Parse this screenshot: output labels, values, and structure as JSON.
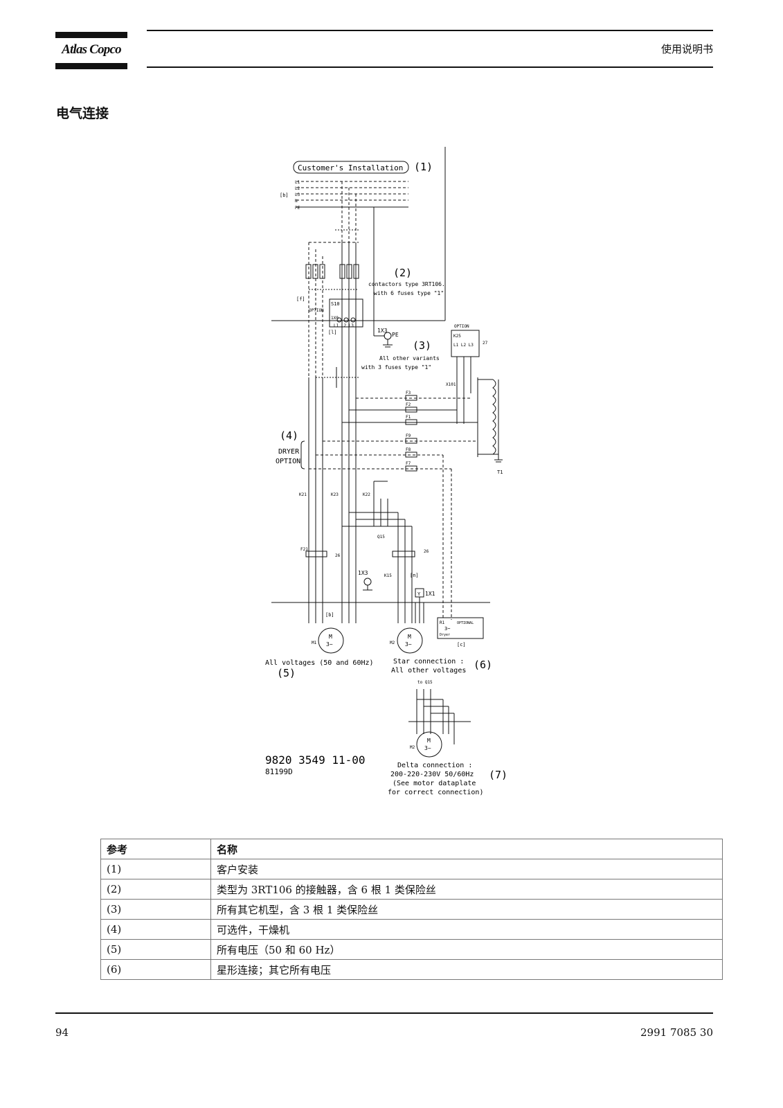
{
  "header": {
    "logo_text": "Atlas Copco",
    "doc_type": "使用说明书"
  },
  "section_title": "电气连接",
  "diagram": {
    "customer_box": "Customer's Installation",
    "callouts": [
      "(1)",
      "(2)",
      "(3)",
      "(4)",
      "(5)",
      "(6)",
      "(7)"
    ],
    "lines": [
      "L1",
      "L2",
      "L3",
      "N",
      "PE"
    ],
    "b_label": "[b]",
    "f_label": "[f]",
    "option_label": "OPTION",
    "contactors_text": [
      "contactors type 3RT106.",
      "with 6 fuses type \"1\""
    ],
    "variants_text": [
      "All other variants",
      "with 3 fuses type \"1\""
    ],
    "s10": "S10",
    "x0": "1X0",
    "l_label": "[l]",
    "l123": "L1 L2 L3",
    "x3": "1X3",
    "pe": "PE",
    "option_box": {
      "title": "OPTION",
      "relay": "K25",
      "lines": "L1 L2 L3",
      "ref": "27"
    },
    "x101": "X101",
    "fuses": [
      "F3",
      "F2",
      "F1",
      "F9",
      "F8",
      "F7"
    ],
    "transformer": "T1",
    "dryer": [
      "DRYER",
      "OPTION"
    ],
    "contactors": [
      "K21",
      "K23",
      "K22"
    ],
    "f21": "F21",
    "ref26": "26",
    "q15": "Q15",
    "k15": "K15",
    "n_label": "[n]",
    "x1": "1X1",
    "y": "Y",
    "motors": [
      "M1",
      "M2",
      "M2"
    ],
    "motor_symbol": "M",
    "motor_phase": "3~",
    "dryer_box": {
      "r": "R1",
      "optional": "OPTIONAL",
      "phase": "3~",
      "name": "Dryer",
      "c": "[c]"
    },
    "all_voltages": "All voltages (50 and 60Hz)",
    "star_connection": [
      "Star connection :",
      "All other voltages"
    ],
    "to_q15": "to Q15",
    "delta_connection": [
      "Delta connection :",
      "200-220-230V 50/60Hz",
      "(See motor dataplate",
      "for correct connection)"
    ],
    "drawing_number": "9820 3549 11-00",
    "drawing_code": "81199D"
  },
  "legend": {
    "headers": [
      "参考",
      "名称"
    ],
    "rows": [
      [
        "(1)",
        "客户安装"
      ],
      [
        "(2)",
        "类型为 3RT106 的接触器，含 6 根 1 类保险丝"
      ],
      [
        "(3)",
        "所有其它机型，含 3 根 1 类保险丝"
      ],
      [
        "(4)",
        "可选件，干燥机"
      ],
      [
        "(5)",
        "所有电压（50 和 60 Hz）"
      ],
      [
        "(6)",
        "星形连接；其它所有电压"
      ]
    ]
  },
  "footer": {
    "page_number": "94",
    "doc_number": "2991 7085 30"
  }
}
